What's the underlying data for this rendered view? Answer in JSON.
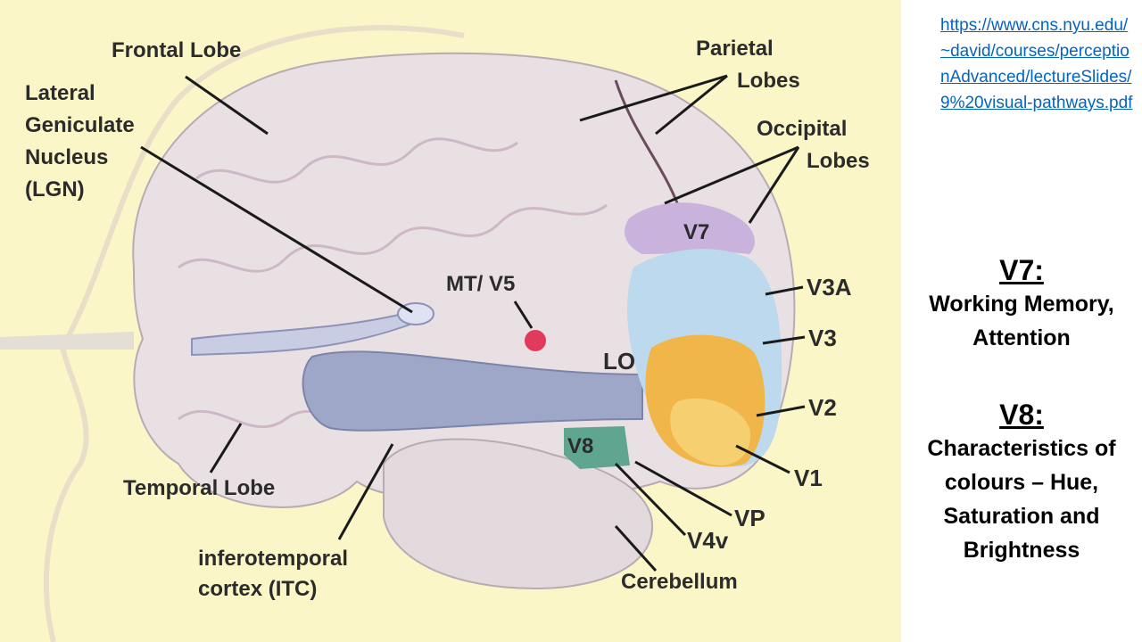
{
  "figure": {
    "labels": {
      "frontal_lobe": "Frontal Lobe",
      "lgn": [
        "Lateral",
        "Geniculate",
        "Nucleus",
        "(LGN)"
      ],
      "parietal_lobes": [
        "Parietal",
        "Lobes"
      ],
      "occipital_lobes": [
        "Occipital",
        "Lobes"
      ],
      "v7": "V7",
      "mt_v5": "MT/ V5",
      "v3a": "V3A",
      "v3": "V3",
      "lo": "LO",
      "v2": "V2",
      "v8": "V8",
      "v1": "V1",
      "vp": "VP",
      "v4v": "V4v",
      "temporal_lobe": "Temporal Lobe",
      "itc": [
        "inferotemporal",
        "cortex (ITC)"
      ],
      "cerebellum": "Cerebellum"
    },
    "colors": {
      "background": "#fbf6c8",
      "brain": "#e9e0e4",
      "v7_region": "#c9b3dc",
      "v3_region": "#bcd9ee",
      "v2_region": "#f0b64a",
      "v1_region": "#f6d070",
      "v8_region": "#5fa58f",
      "optic_radiation": "#9fa7c9",
      "mt_dot": "#e23a5c"
    }
  },
  "source_link": "https://www.cns.nyu.edu/~david/courses/perceptionAdvanced/lectureSlides/9%20visual-pathways.pdf",
  "notes": {
    "v7": {
      "heading": "V7:",
      "body": [
        "Working Memory,",
        "Attention"
      ]
    },
    "v8": {
      "heading": "V8:",
      "body": [
        "Characteristics of",
        "colours – Hue,",
        "Saturation and",
        "Brightness"
      ]
    }
  }
}
